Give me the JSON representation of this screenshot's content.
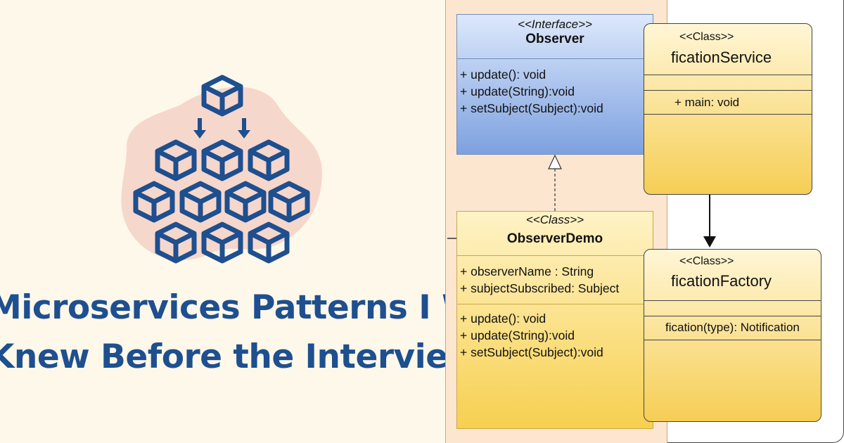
{
  "headline": {
    "line1": "Microservices Patterns I Wish I",
    "line2": "Knew Before the Interview"
  },
  "colors": {
    "accent": "#1e4f8f",
    "blob": "#f6d7cc",
    "interface_fill": "#7da1e0",
    "class_fill": "#f7d050",
    "panel": "#fce6cf"
  },
  "icons": [
    "cubes-icon",
    "arrow-down-icon"
  ],
  "diagram": {
    "observer": {
      "stereotype": "<<Interface>>",
      "name": "Observer",
      "methods": [
        "+ update(): void",
        "+ update(String):void",
        "+ setSubject(Subject):void"
      ]
    },
    "demo": {
      "stereotype": "<<Class>>",
      "name": "ObserverDemo",
      "fields": [
        "+ observerName : String",
        "+ subjectSubscribed: Subject"
      ],
      "methods": [
        "+ update(): void",
        "+ update(String):void",
        "+ setSubject(Subject):void"
      ]
    },
    "service": {
      "stereotype": "<<Class>>",
      "name": "ficationService",
      "method": "+ main: void"
    },
    "factory": {
      "stereotype": "<<Class>>",
      "name": "ficationFactory",
      "method": "fication(type): Notification"
    }
  }
}
